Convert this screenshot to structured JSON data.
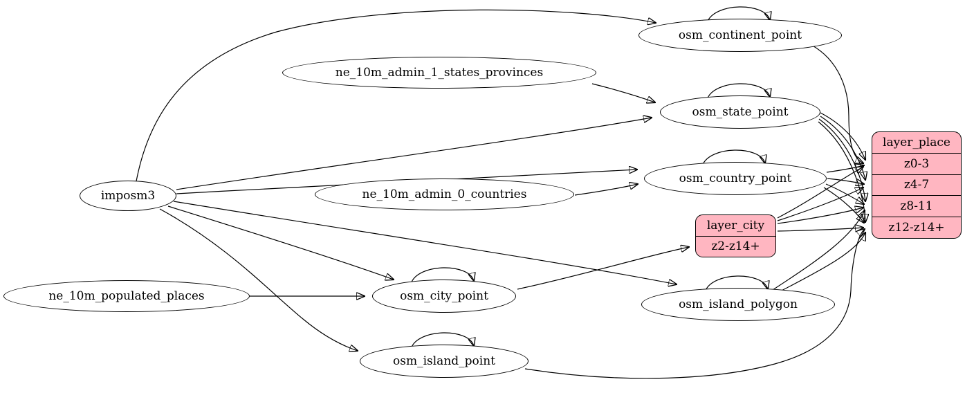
{
  "diagram": {
    "kind": "etl-dependency-graph",
    "background_color": "#ffffff",
    "node_fill": "#ffffff",
    "record_fill": "#ffb6c1",
    "edge_color": "#000000",
    "text_color": "#000000"
  },
  "nodes": {
    "imposm3": {
      "label": "imposm3"
    },
    "ne_10m_admin_1_states_provinces": {
      "label": "ne_10m_admin_1_states_provinces"
    },
    "ne_10m_admin_0_countries": {
      "label": "ne_10m_admin_0_countries"
    },
    "ne_10m_populated_places": {
      "label": "ne_10m_populated_places"
    },
    "osm_continent_point": {
      "label": "osm_continent_point"
    },
    "osm_state_point": {
      "label": "osm_state_point"
    },
    "osm_country_point": {
      "label": "osm_country_point"
    },
    "osm_city_point": {
      "label": "osm_city_point"
    },
    "osm_island_polygon": {
      "label": "osm_island_polygon"
    },
    "osm_island_point": {
      "label": "osm_island_point"
    }
  },
  "records": {
    "layer_place": {
      "title": "layer_place",
      "rows": [
        "z0-3",
        "z4-7",
        "z8-11",
        "z12-z14+"
      ]
    },
    "layer_city": {
      "title": "layer_city",
      "rows": [
        "z2-z14+"
      ]
    }
  },
  "edges": [
    {
      "from": "imposm3",
      "to": "osm_continent_point"
    },
    {
      "from": "imposm3",
      "to": "osm_state_point"
    },
    {
      "from": "imposm3",
      "to": "osm_country_point"
    },
    {
      "from": "imposm3",
      "to": "osm_city_point"
    },
    {
      "from": "imposm3",
      "to": "osm_island_polygon"
    },
    {
      "from": "imposm3",
      "to": "osm_island_point"
    },
    {
      "from": "ne_10m_admin_1_states_provinces",
      "to": "osm_state_point"
    },
    {
      "from": "ne_10m_admin_0_countries",
      "to": "osm_country_point"
    },
    {
      "from": "ne_10m_populated_places",
      "to": "osm_city_point"
    },
    {
      "from": "osm_continent_point",
      "to": "osm_continent_point"
    },
    {
      "from": "osm_state_point",
      "to": "osm_state_point"
    },
    {
      "from": "osm_country_point",
      "to": "osm_country_point"
    },
    {
      "from": "osm_city_point",
      "to": "osm_city_point"
    },
    {
      "from": "osm_island_polygon",
      "to": "osm_island_polygon"
    },
    {
      "from": "osm_island_point",
      "to": "osm_island_point"
    },
    {
      "from": "osm_continent_point",
      "to": "layer_place:z0-3"
    },
    {
      "from": "osm_state_point",
      "to": "layer_place:z0-3"
    },
    {
      "from": "osm_state_point",
      "to": "layer_place:z4-7"
    },
    {
      "from": "osm_state_point",
      "to": "layer_place:z8-11"
    },
    {
      "from": "osm_state_point",
      "to": "layer_place:z12-z14+"
    },
    {
      "from": "osm_country_point",
      "to": "layer_place:z0-3"
    },
    {
      "from": "osm_country_point",
      "to": "layer_place:z4-7"
    },
    {
      "from": "osm_country_point",
      "to": "layer_place:z8-11"
    },
    {
      "from": "osm_country_point",
      "to": "layer_place:z12-z14+"
    },
    {
      "from": "osm_city_point",
      "to": "layer_city:z2-z14+"
    },
    {
      "from": "layer_city",
      "to": "layer_place:z0-3"
    },
    {
      "from": "layer_city",
      "to": "layer_place:z4-7"
    },
    {
      "from": "layer_city",
      "to": "layer_place:z8-11"
    },
    {
      "from": "layer_city",
      "to": "layer_place:z12-z14+"
    },
    {
      "from": "osm_island_polygon",
      "to": "layer_place:z8-11"
    },
    {
      "from": "osm_island_polygon",
      "to": "layer_place:z12-z14+"
    },
    {
      "from": "osm_island_point",
      "to": "layer_place:z12-z14+"
    }
  ]
}
